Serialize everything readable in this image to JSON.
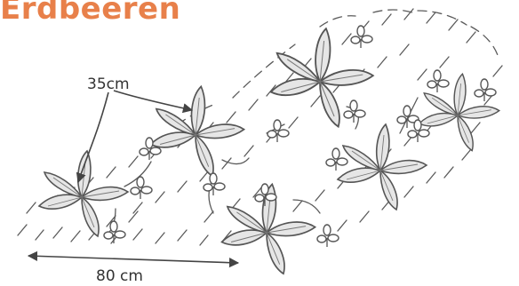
{
  "title": "Erdbeeren",
  "labels": {
    "plant_spacing": "35cm",
    "bed_width": "80 cm"
  },
  "colors": {
    "title": "#e8804a",
    "leaf_fill": "#e6e6e6",
    "line": "#5a5a5a"
  }
}
